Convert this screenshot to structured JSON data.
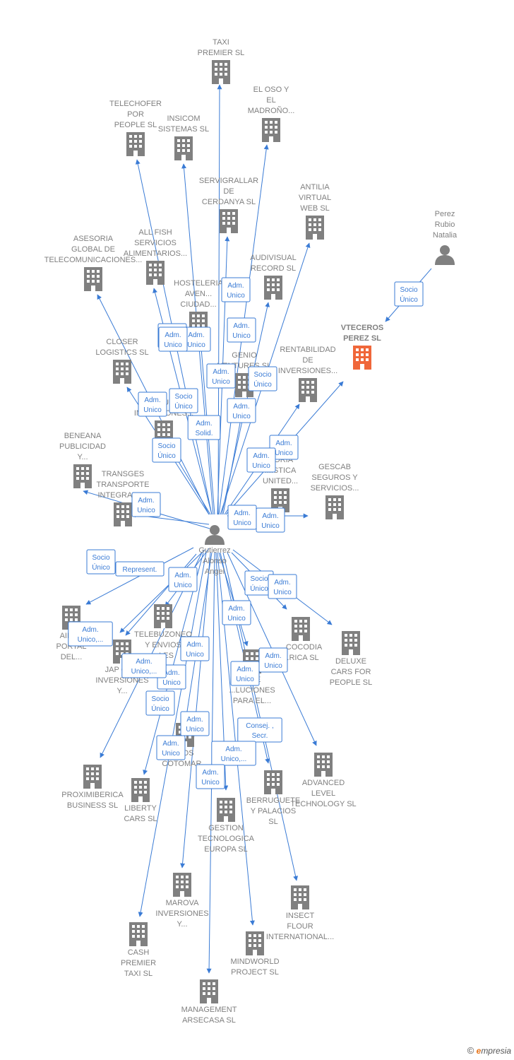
{
  "colors": {
    "edge": "#3a7bd5",
    "building": "#808080",
    "building_highlight": "#f0673a",
    "person": "#808080",
    "label": "#808080"
  },
  "watermark": {
    "copyright": "©",
    "brand_e": "e",
    "brand_rest": "mpresia"
  },
  "center_person": {
    "id": "p_center",
    "label": [
      "Gutierrez",
      "Alonso",
      "Angel"
    ]
  },
  "other_person": {
    "id": "p_perez",
    "label": [
      "Perez",
      "Rubio",
      "Natalia"
    ]
  },
  "companies": [
    {
      "id": "taxi",
      "label": [
        "TAXI",
        "PREMIER  SL"
      ]
    },
    {
      "id": "oso",
      "label": [
        "EL OSO Y",
        "EL",
        "MADROÑO..."
      ]
    },
    {
      "id": "telechofer",
      "label": [
        "TELECHOFER",
        "POR",
        "PEOPLE  SL"
      ]
    },
    {
      "id": "insicom",
      "label": [
        "INSICOM",
        "SISTEMAS  SL"
      ]
    },
    {
      "id": "servigrallar",
      "label": [
        "SERVIGRALLAR",
        "DE",
        "CERDANYA SL"
      ]
    },
    {
      "id": "antilia",
      "label": [
        "ANTILIA",
        "VIRTUAL",
        "WEB  SL"
      ]
    },
    {
      "id": "asesoria",
      "label": [
        "ASESORIA",
        "GLOBAL DE",
        "TELECOMUNICACIONES..."
      ]
    },
    {
      "id": "allfish",
      "label": [
        "ALL FISH",
        "SERVICIOS",
        "ALIMENTARIOS..."
      ]
    },
    {
      "id": "audivisual",
      "label": [
        "AUDIVISUAL",
        "RECORD SL"
      ]
    },
    {
      "id": "hosteleria",
      "label": [
        "HOSTELERIA",
        "AVEN...",
        "CIUDAD..."
      ]
    },
    {
      "id": "vteceros",
      "label": [
        "VTECEROS",
        "PEREZ  SL"
      ],
      "highlight": true
    },
    {
      "id": "closer",
      "label": [
        "CLOSER",
        "LOGISTICS  SL"
      ]
    },
    {
      "id": "genio",
      "label": [
        "GENIO",
        "VENTURES  SL"
      ]
    },
    {
      "id": "rentabilidad",
      "label": [
        "RENTABILIDAD",
        "DE",
        "INVERSIONES..."
      ]
    },
    {
      "id": "recur",
      "label": [
        "RECUR...",
        "INVERSIONES..."
      ]
    },
    {
      "id": "beneana",
      "label": [
        "BENEANA",
        "PUBLICIDAD",
        "Y..."
      ]
    },
    {
      "id": "transges",
      "label": [
        "TRANSGES",
        "TRANSPORTE",
        "INTEGRAL  SL"
      ]
    },
    {
      "id": "logistica",
      "label": [
        "...ORIA",
        "...ISTICA",
        "UNITED..."
      ]
    },
    {
      "id": "gescab",
      "label": [
        "GESCAB",
        "SEGUROS Y",
        "SERVICIOS..."
      ]
    },
    {
      "id": "airt",
      "label": [
        "AIRT...",
        "PORTAL",
        "DEL..."
      ]
    },
    {
      "id": "telebuzoneo",
      "label": [
        "TELEBUZONEO",
        "Y ENVIOS",
        "...LES"
      ]
    },
    {
      "id": "cocodia",
      "label": [
        "...COCODIA",
        "...RICA  SL"
      ]
    },
    {
      "id": "deluxe",
      "label": [
        "DELUXE",
        "CARS FOR",
        "PEOPLE  SL"
      ]
    },
    {
      "id": "jap",
      "label": [
        "JAP GR...",
        "INVERSIONES",
        "Y..."
      ]
    },
    {
      "id": "soluciones",
      "label": [
        "...DE",
        "...LUCIONES",
        "PARA EL..."
      ]
    },
    {
      "id": "cotomar",
      "label": [
        "...OS",
        "COTOMAR..."
      ]
    },
    {
      "id": "advanced",
      "label": [
        "ADVANCED",
        "LEVEL",
        "TECHNOLOGY SL"
      ]
    },
    {
      "id": "proximiberica",
      "label": [
        "PROXIMIBERICA",
        "BUSINESS  SL"
      ]
    },
    {
      "id": "liberty",
      "label": [
        "LIBERTY",
        "CARS  SL"
      ]
    },
    {
      "id": "berruguete",
      "label": [
        "BERRUGUETE",
        "Y PALACIOS",
        "SL"
      ]
    },
    {
      "id": "gestion",
      "label": [
        "GESTION",
        "TECNOLOGICA",
        "EUROPA SL"
      ]
    },
    {
      "id": "marova",
      "label": [
        "MAROVA",
        "INVERSIONES",
        "Y..."
      ]
    },
    {
      "id": "insect",
      "label": [
        "INSECT",
        "FLOUR",
        "INTERNATIONAL..."
      ]
    },
    {
      "id": "cash",
      "label": [
        "CASH",
        "PREMIER",
        "TAXI  SL"
      ]
    },
    {
      "id": "mindworld",
      "label": [
        "MINDWORLD",
        "PROJECT  SL"
      ]
    },
    {
      "id": "management",
      "label": [
        "MANAGEMENT",
        "ARSECASA  SL"
      ]
    }
  ],
  "relations": [
    {
      "from": "p_perez",
      "to": "vteceros",
      "label": [
        "Socio",
        "Único"
      ]
    },
    {
      "from": "p_center",
      "to": "taxi",
      "label": [
        "Adm.",
        "Unico"
      ]
    },
    {
      "from": "p_center",
      "to": "oso",
      "label": [
        "Adm.",
        "Unico"
      ]
    },
    {
      "from": "p_center",
      "to": "telechofer",
      "label": [
        "Adm.",
        "Unico"
      ]
    },
    {
      "from": "p_center",
      "to": "insicom",
      "label": [
        "Adm.",
        "Unico"
      ]
    },
    {
      "from": "p_center",
      "to": "servigrallar",
      "label": [
        "Socio",
        "Único"
      ]
    },
    {
      "from": "p_center",
      "to": "antilia",
      "label": [
        "Socio",
        "Único"
      ]
    },
    {
      "from": "p_center",
      "to": "asesoria",
      "label": [
        "Adm.",
        "Unico"
      ]
    },
    {
      "from": "p_center",
      "to": "allfish",
      "label": [
        "Socio",
        "Único"
      ]
    },
    {
      "from": "p_center",
      "to": "audivisual",
      "label": [
        "Adm.",
        "Unico"
      ]
    },
    {
      "from": "p_center",
      "to": "hosteleria",
      "label": [
        "Adm.",
        "Solid."
      ]
    },
    {
      "from": "p_center",
      "to": "vteceros",
      "label": [
        "Adm.",
        "Unico"
      ]
    },
    {
      "from": "p_center",
      "to": "closer",
      "label": [
        "Adm.",
        "Unico"
      ]
    },
    {
      "from": "p_center",
      "to": "genio",
      "label": [
        "Adm.",
        "Unico"
      ]
    },
    {
      "from": "p_center",
      "to": "rentabilidad",
      "label": [
        "Adm.",
        "Unico"
      ]
    },
    {
      "from": "p_center",
      "to": "recur",
      "label": [
        "Socio",
        "Único"
      ]
    },
    {
      "from": "p_center",
      "to": "beneana",
      "label": [
        "Socio",
        "Único"
      ]
    },
    {
      "from": "p_center",
      "to": "transges",
      "label": [
        "Adm.",
        "Unico"
      ]
    },
    {
      "from": "p_center",
      "to": "logistica",
      "label": [
        "Adm.",
        "Unico"
      ]
    },
    {
      "from": "p_center",
      "to": "gescab",
      "label": [
        "Adm.",
        "Unico"
      ]
    },
    {
      "from": "p_center",
      "to": "airt",
      "label": [
        "Represent."
      ]
    },
    {
      "from": "p_center",
      "to": "telebuzoneo",
      "label": [
        "Adm.",
        "Unico"
      ]
    },
    {
      "from": "p_center",
      "to": "cocodia",
      "label": [
        "Socio",
        "Único"
      ]
    },
    {
      "from": "p_center",
      "to": "deluxe",
      "label": [
        "Adm.",
        "Unico"
      ]
    },
    {
      "from": "p_center",
      "to": "jap",
      "label": [
        "Adm.",
        "Unico,..."
      ]
    },
    {
      "from": "p_center",
      "to": "soluciones",
      "label": [
        "Adm.",
        "Unico"
      ]
    },
    {
      "from": "p_center",
      "to": "cotomar",
      "label": [
        "Adm.",
        "Unico"
      ]
    },
    {
      "from": "p_center",
      "to": "advanced",
      "label": [
        "Adm.",
        "Unico"
      ]
    },
    {
      "from": "p_center",
      "to": "proximiberica",
      "label": [
        "Adm.",
        "Unico."
      ]
    },
    {
      "from": "p_center",
      "to": "liberty",
      "label": [
        "Socio",
        "Único"
      ]
    },
    {
      "from": "p_center",
      "to": "berruguete",
      "label": [
        "Consej. ,",
        "Secr."
      ]
    },
    {
      "from": "p_center",
      "to": "gestion",
      "label": [
        "Adm.",
        "Unico"
      ]
    },
    {
      "from": "p_center",
      "to": "marova",
      "label": [
        "Adm.",
        "Unico"
      ]
    },
    {
      "from": "p_center",
      "to": "insect",
      "label": [
        "Adm.",
        "Unico"
      ]
    },
    {
      "from": "p_center",
      "to": "cash",
      "label": [
        "Adm.",
        "Unico"
      ]
    },
    {
      "from": "p_center",
      "to": "mindworld",
      "label": [
        "Adm.",
        "Unico,..."
      ]
    },
    {
      "from": "p_center",
      "to": "management",
      "label": [
        "Adm.",
        "Unico"
      ]
    },
    {
      "from": "p_center",
      "to": "airt",
      "label": [
        "Adm.",
        "Unico,..."
      ]
    }
  ]
}
